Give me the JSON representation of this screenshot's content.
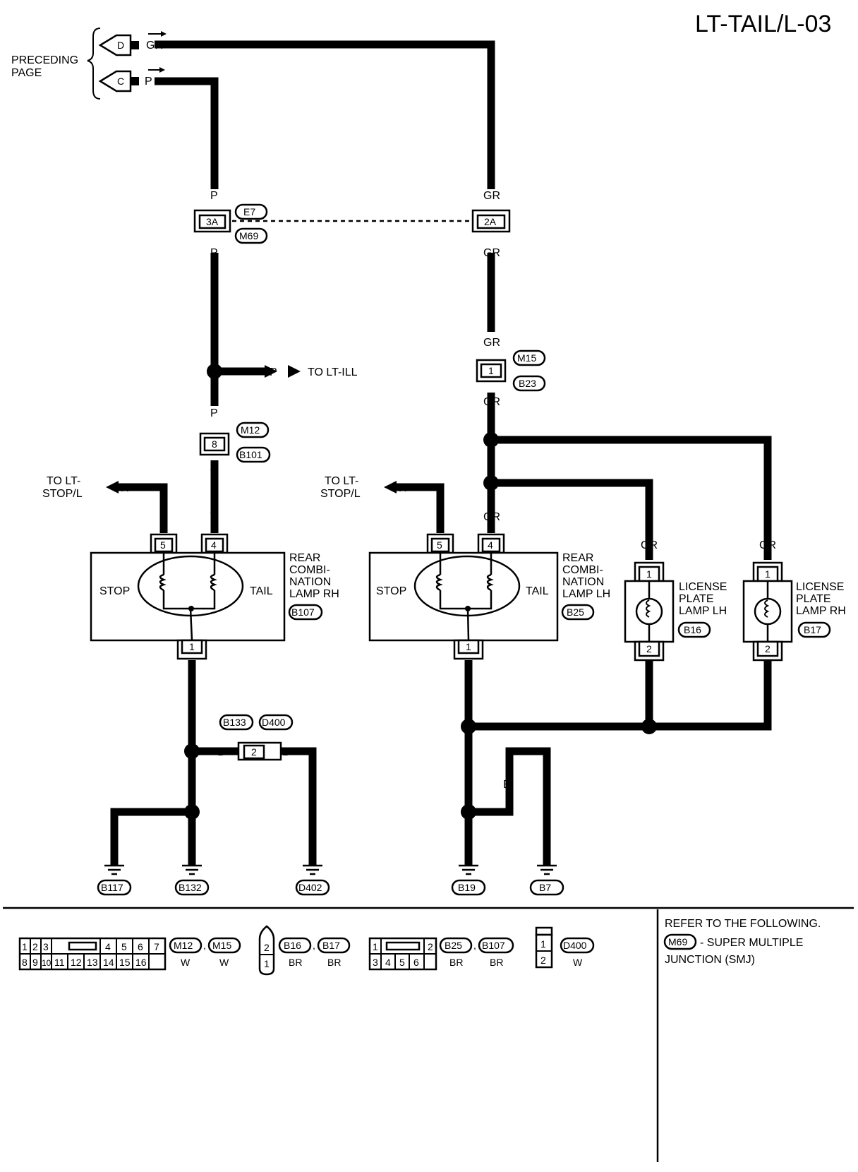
{
  "page_id": "LT-TAIL/L-03",
  "preceding_page": {
    "line1": "PRECEDING",
    "line2": "PAGE",
    "connector_d": "D",
    "connector_c": "C"
  },
  "wires": {
    "gr": "GR",
    "p": "P",
    "v": "V",
    "r": "R",
    "b": "B"
  },
  "junction": {
    "pin_3a": "3A",
    "pin_2a": "2A",
    "conn_e7": "E7",
    "conn_m69": "M69"
  },
  "m15_b23": {
    "pin": "1",
    "conn_top": "M15",
    "conn_bottom": "B23"
  },
  "m12_b101": {
    "pin": "8",
    "conn_top": "M12",
    "conn_bottom": "B101"
  },
  "to_lt_ill": "TO LT-ILL",
  "to_lt_stop": {
    "line1": "TO LT-",
    "line2": "STOP/L"
  },
  "lamp_rh": {
    "line1": "REAR",
    "line2": "COMBI-",
    "line3": "NATION",
    "line4": "LAMP RH",
    "conn": "B107",
    "stop": "STOP",
    "tail": "TAIL",
    "pin5": "5",
    "pin4": "4",
    "pin1": "1"
  },
  "lamp_lh": {
    "line1": "REAR",
    "line2": "COMBI-",
    "line3": "NATION",
    "line4": "LAMP LH",
    "conn": "B25",
    "stop": "STOP",
    "tail": "TAIL",
    "pin5": "5",
    "pin4": "4",
    "pin1": "1"
  },
  "plate_lh": {
    "line1": "LICENSE",
    "line2": "PLATE",
    "line3": "LAMP LH",
    "conn": "B16",
    "pin1": "1",
    "pin2": "2"
  },
  "plate_rh": {
    "line1": "LICENSE",
    "line2": "PLATE",
    "line3": "LAMP RH",
    "conn": "B17",
    "pin1": "1",
    "pin2": "2"
  },
  "b133_d400": {
    "pin": "2",
    "conn1": "B133",
    "conn2": "D400"
  },
  "grounds": {
    "g1": "B117",
    "g2": "B132",
    "g3": "D402",
    "g4": "B19",
    "g5": "B7"
  },
  "legend": {
    "grid16_row1": [
      "1",
      "2",
      "3",
      "4",
      "5",
      "6",
      "7"
    ],
    "grid16_row2": [
      "8",
      "9",
      "10",
      "11",
      "12",
      "13",
      "14",
      "15",
      "16"
    ],
    "m12": "M12",
    "m15": "M15",
    "w": "W",
    "small_top": "2",
    "small_bottom": "1",
    "b16": "B16",
    "b17": "B17",
    "br": "BR",
    "grid6_row1": [
      "1",
      "2"
    ],
    "grid6_row2": [
      "3",
      "4",
      "5",
      "6"
    ],
    "b25": "B25",
    "b107": "B107",
    "two_top": "1",
    "two_bottom": "2",
    "d400": "D400",
    "comma": ","
  },
  "refer": {
    "line1": "REFER TO THE FOLLOWING.",
    "m69": "M69",
    "line2": "- SUPER MULTIPLE",
    "line3": "JUNCTION (SMJ)"
  }
}
